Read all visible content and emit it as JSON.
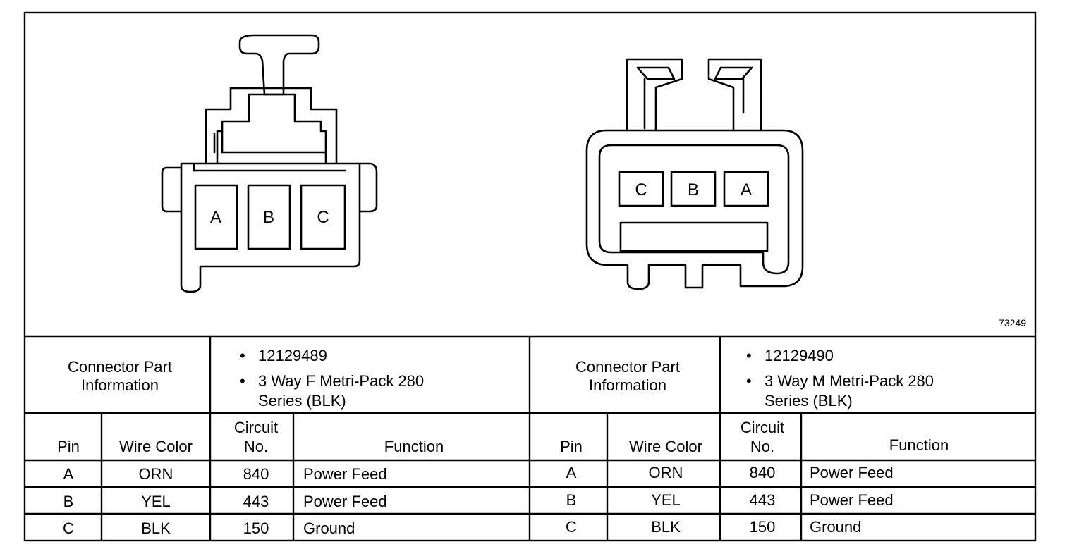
{
  "figure_number": "73249",
  "connector_left": {
    "pins": [
      "A",
      "B",
      "C"
    ]
  },
  "connector_right": {
    "pins": [
      "C",
      "B",
      "A"
    ]
  },
  "tables": [
    {
      "part_info_label_line1": "Connector Part",
      "part_info_label_line2": "Information",
      "part_bullets": [
        "12129489",
        "3 Way F Metri-Pack 280",
        "Series (BLK)"
      ],
      "headers": {
        "pin": "Pin",
        "wire_color": "Wire Color",
        "circuit_line1": "Circuit",
        "circuit_line2": "No.",
        "function": "Function"
      },
      "rows": [
        {
          "pin": "A",
          "wire_color": "ORN",
          "circuit": "840",
          "function": "Power Feed"
        },
        {
          "pin": "B",
          "wire_color": "YEL",
          "circuit": "443",
          "function": "Power Feed"
        },
        {
          "pin": "C",
          "wire_color": "BLK",
          "circuit": "150",
          "function": "Ground"
        }
      ]
    },
    {
      "part_info_label_line1": "Connector Part",
      "part_info_label_line2": "Information",
      "part_bullets": [
        "12129490",
        "3 Way M Metri-Pack 280",
        "Series (BLK)"
      ],
      "headers": {
        "pin": "Pin",
        "wire_color": "Wire Color",
        "circuit_line1": "Circuit",
        "circuit_line2": "No.",
        "function": "Function"
      },
      "rows": [
        {
          "pin": "A",
          "wire_color": "ORN",
          "circuit": "840",
          "function": "Power Feed"
        },
        {
          "pin": "B",
          "wire_color": "YEL",
          "circuit": "443",
          "function": "Power Feed"
        },
        {
          "pin": "C",
          "wire_color": "BLK",
          "circuit": "150",
          "function": "Ground"
        }
      ]
    }
  ]
}
